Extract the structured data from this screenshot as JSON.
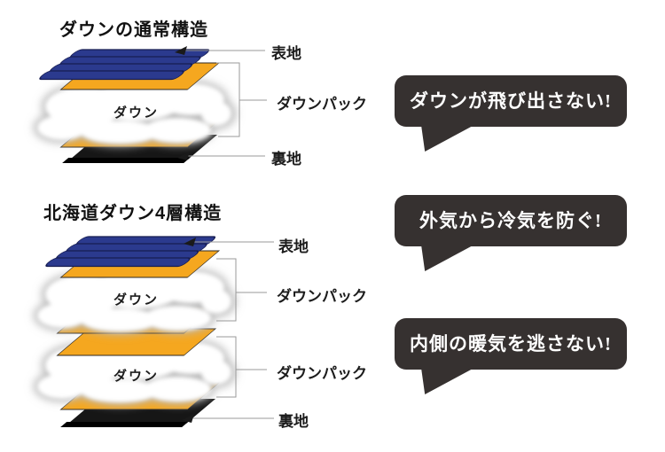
{
  "page": {
    "background": "#ffffff"
  },
  "diagram1": {
    "title": "ダウンの通常構造",
    "labels": {
      "outer": "表地",
      "pack": "ダウンパック",
      "lining": "裏地",
      "down": "ダウン"
    }
  },
  "diagram2": {
    "title": "北海道ダウン4層構造",
    "labels": {
      "outer": "表地",
      "pack1": "ダウンパック",
      "pack2": "ダウンパック",
      "lining": "裏地",
      "down1": "ダウン",
      "down2": "ダウン"
    }
  },
  "callouts": [
    {
      "text": "ダウンが飛び出さない!"
    },
    {
      "text": "外気から冷気を防ぐ!"
    },
    {
      "text": "内側の暖気を逃さない!"
    }
  ],
  "colors": {
    "fabric_blue": "#2b3a8e",
    "fabric_blue_outline": "#171d52",
    "pack_orange": "#f5a71f",
    "lining_black": "#161616",
    "bubble_dark": "#363130",
    "bubble_text": "#ffffff",
    "guide_line": "#9a9a9a",
    "heading_text": "#111111",
    "label_text": "#1c1c1c"
  }
}
